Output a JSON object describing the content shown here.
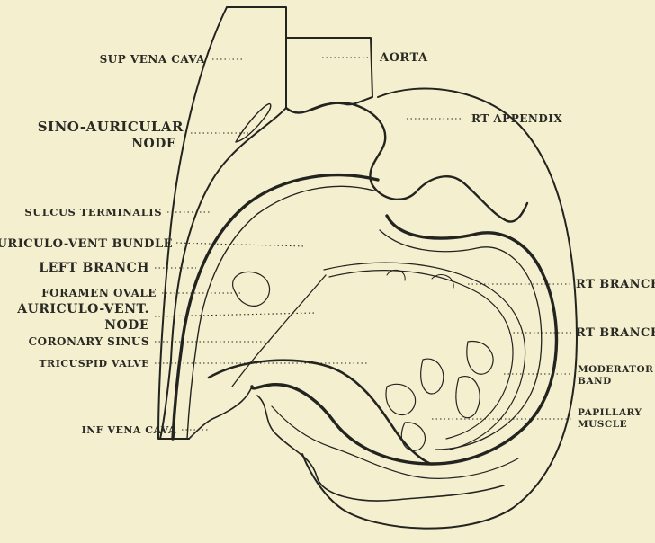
{
  "colors": {
    "paper": "#f4efcf",
    "ink": "#23231f"
  },
  "labels": {
    "sup_vena_cava": "SUP VENA CAVA",
    "aorta": "AORTA",
    "rt_appendix": "RT APPENDIX",
    "sino_auricular_1": "SINO-AURICULAR",
    "sino_auricular_2": "NODE",
    "sulcus_terminalis": "SULCUS TERMINALIS",
    "auriculo_vent_bundle": "AURICULO-VENT BUNDLE",
    "left_branch": "LEFT BRANCH",
    "foramen_ovale": "FORAMEN OVALE",
    "auriculo_vent_node_1": "AURICULO-VENT.",
    "auriculo_vent_node_2": "NODE",
    "coronary_sinus": "CORONARY SINUS",
    "tricuspid_valve": "TRICUSPID VALVE",
    "inf_vena_cava": "INF VENA CAVA",
    "rt_branch_upper": "RT BRANCH",
    "rt_branch_lower": "RT BRANCH",
    "moderator_band_1": "MODERATOR",
    "moderator_band_2": "BAND",
    "papillary_muscle_1": "PAPILLARY",
    "papillary_muscle_2": "MUSCLE"
  }
}
